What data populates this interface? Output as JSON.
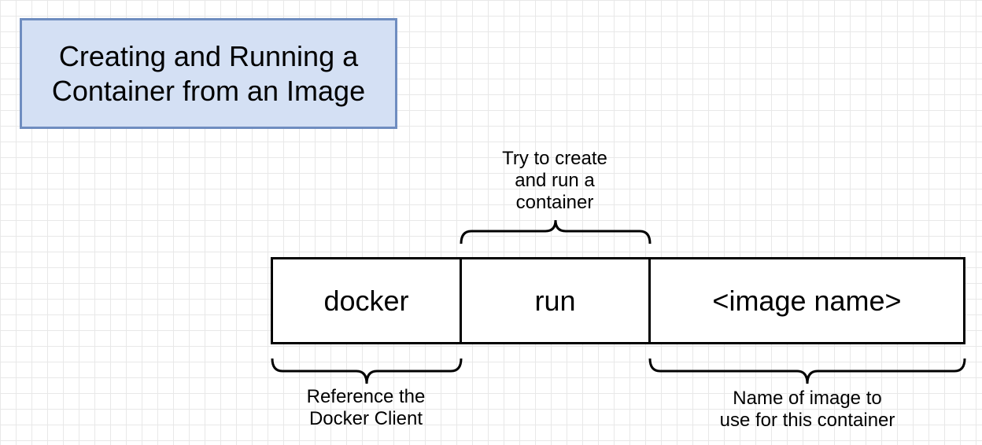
{
  "title": "Creating and Running a\nContainer from an Image",
  "command": {
    "docker": "docker",
    "run": "run",
    "image": "<image name>"
  },
  "annotations": {
    "run": "Try to create\nand run a\ncontainer",
    "docker": "Reference the\nDocker Client",
    "image": "Name of image to\nuse for this container"
  },
  "colors": {
    "title_fill": "#d4e0f4",
    "title_border": "#6f8dc0",
    "grid": "#e8e8e8"
  }
}
